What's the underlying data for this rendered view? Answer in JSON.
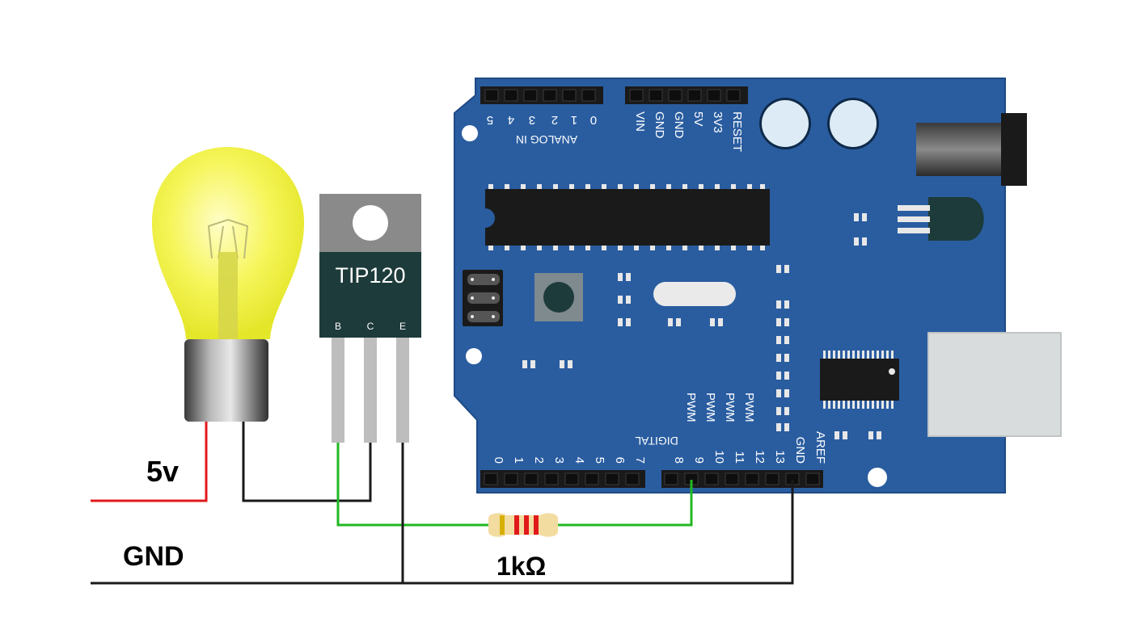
{
  "labels": {
    "supply": "5v",
    "ground": "GND",
    "resistor": "1kΩ"
  },
  "transistor": {
    "name": "TIP120",
    "pins": [
      "B",
      "C",
      "E"
    ]
  },
  "arduino": {
    "analog_header": {
      "title": "ANALOG IN",
      "pins": [
        "0",
        "1",
        "2",
        "3",
        "4",
        "5"
      ]
    },
    "power_header": {
      "pins": [
        "VIN",
        "GND",
        "GND",
        "5V",
        "3V3",
        "RESET"
      ]
    },
    "digital_header": {
      "title": "DIGITAL",
      "pins": [
        "AREF",
        "GND",
        "13",
        "12",
        "11",
        "10",
        "9",
        "8",
        "7",
        "6",
        "5",
        "4",
        "3",
        "2",
        "1",
        "0"
      ],
      "pwm_labels": [
        "PWM",
        "PWM",
        "PWM",
        "PWM"
      ]
    }
  },
  "colors": {
    "board": "#2a5da0",
    "board_edge": "#1e4a86",
    "wire_power": "#e01a1a",
    "wire_ground": "#1a1a1a",
    "wire_signal": "#22b822",
    "bulb_glass": "#f6f55a",
    "transistor_tab": "#8a8a8a",
    "transistor_body": "#1d3b3a"
  }
}
